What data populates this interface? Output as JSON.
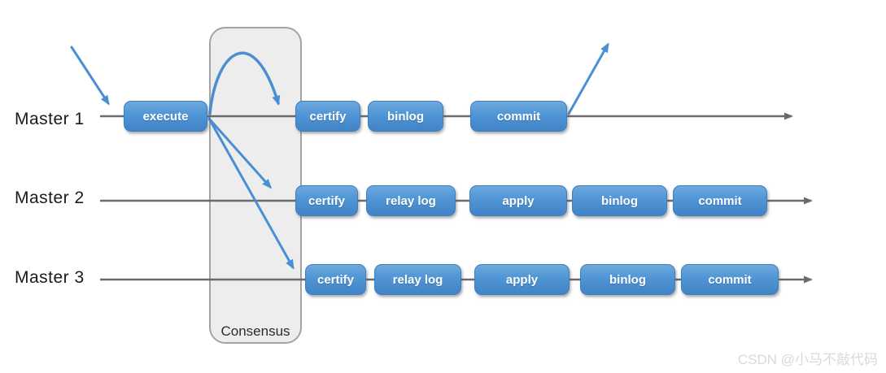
{
  "diagram": {
    "title_context": "multi-master replication pipeline with consensus",
    "rows": [
      {
        "label": "Master 1",
        "boxes": [
          "execute",
          "certify",
          "binlog",
          "commit"
        ]
      },
      {
        "label": "Master 2",
        "boxes": [
          "certify",
          "relay log",
          "apply",
          "binlog",
          "commit"
        ]
      },
      {
        "label": "Master 3",
        "boxes": [
          "certify",
          "relay log",
          "apply",
          "binlog",
          "commit"
        ]
      }
    ],
    "consensus_label": "Consensus",
    "watermark": "CSDN @小马不敲代码",
    "colors": {
      "box_gradient_top": "#6fa9dd",
      "box_gradient_bottom": "#4083c7",
      "box_border": "#3e7fbe",
      "box_text": "#ffffff",
      "timeline_gray": "#6b6b6b",
      "arrow_blue": "#4a8fd3",
      "consensus_fill": "#ededed",
      "consensus_border": "#a3a3a3",
      "label_text": "#1a1a1a",
      "watermark_text": "#dadada"
    }
  }
}
